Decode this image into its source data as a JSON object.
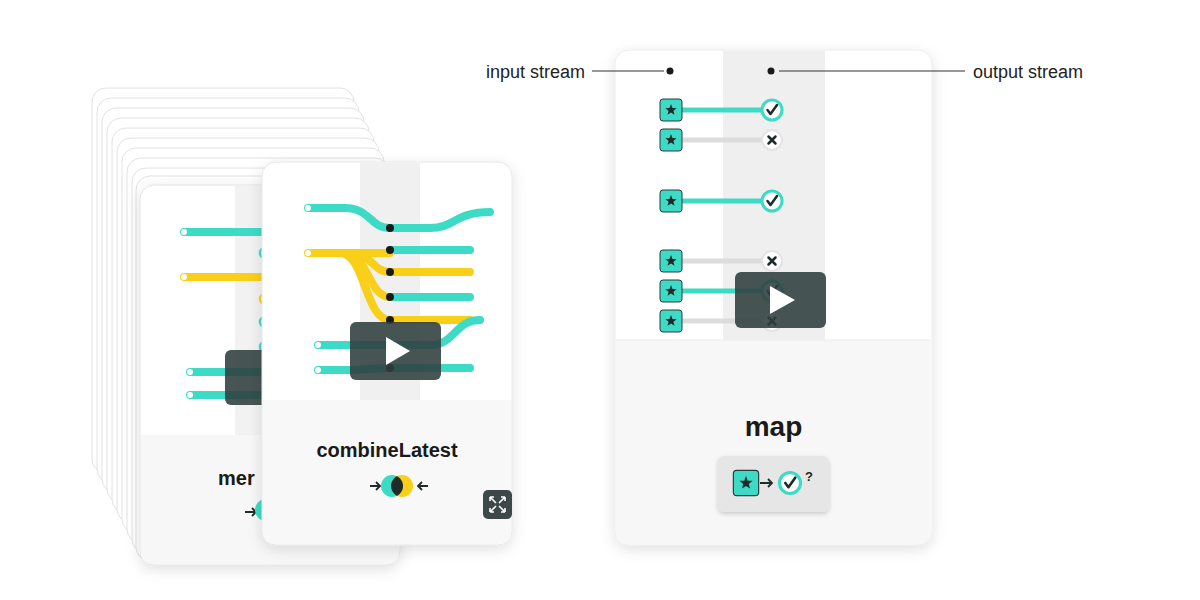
{
  "diagram": {
    "nodes": [
      {
        "text": [
          "mer"
        ]
      },
      {
        "text": [
          "combineLatest"
        ]
      },
      {
        "text": [
          "map"
        ]
      }
    ],
    "labels": [
      "input stream",
      "output stream",
      "?"
    ]
  }
}
